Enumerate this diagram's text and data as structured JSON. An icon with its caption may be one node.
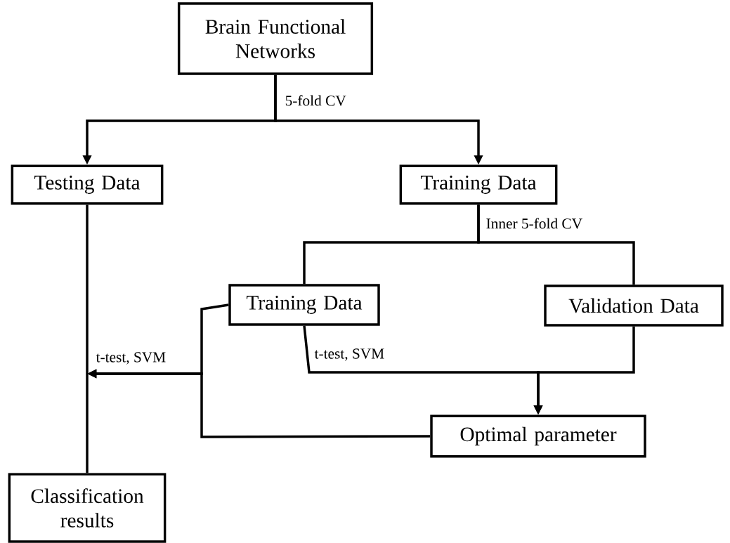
{
  "diagram": {
    "nodes": [
      {
        "text": [
          "Brain Functional Networks"
        ]
      },
      {
        "text": [
          "Testing Data"
        ]
      },
      {
        "text": [
          "Training Data"
        ]
      },
      {
        "text": [
          "Training Data"
        ]
      },
      {
        "text": [
          "Validation Data"
        ]
      },
      {
        "text": [
          "Optimal parameter"
        ]
      },
      {
        "text": [
          "Classification results"
        ]
      }
    ],
    "edges": [
      {
        "from": 0,
        "to": 1,
        "arrow": "to",
        "label": "5-fold CV"
      },
      {
        "from": 0,
        "to": 2,
        "arrow": "to"
      },
      {
        "from": 2,
        "to": 3,
        "arrow": "none",
        "label": "Inner 5-fold CV"
      },
      {
        "from": 2,
        "to": 4,
        "arrow": "none"
      },
      {
        "from": 3,
        "to": 5,
        "arrow": "to",
        "label": "t-test, SVM"
      },
      {
        "from": 4,
        "to": 5,
        "arrow": "to"
      },
      {
        "from": 1,
        "to": 6,
        "arrow": "none"
      },
      {
        "from": 3,
        "to": null,
        "arrow": "to",
        "label": "t-test, SVM"
      },
      {
        "from": 5,
        "to": null,
        "arrow": "to"
      }
    ]
  }
}
